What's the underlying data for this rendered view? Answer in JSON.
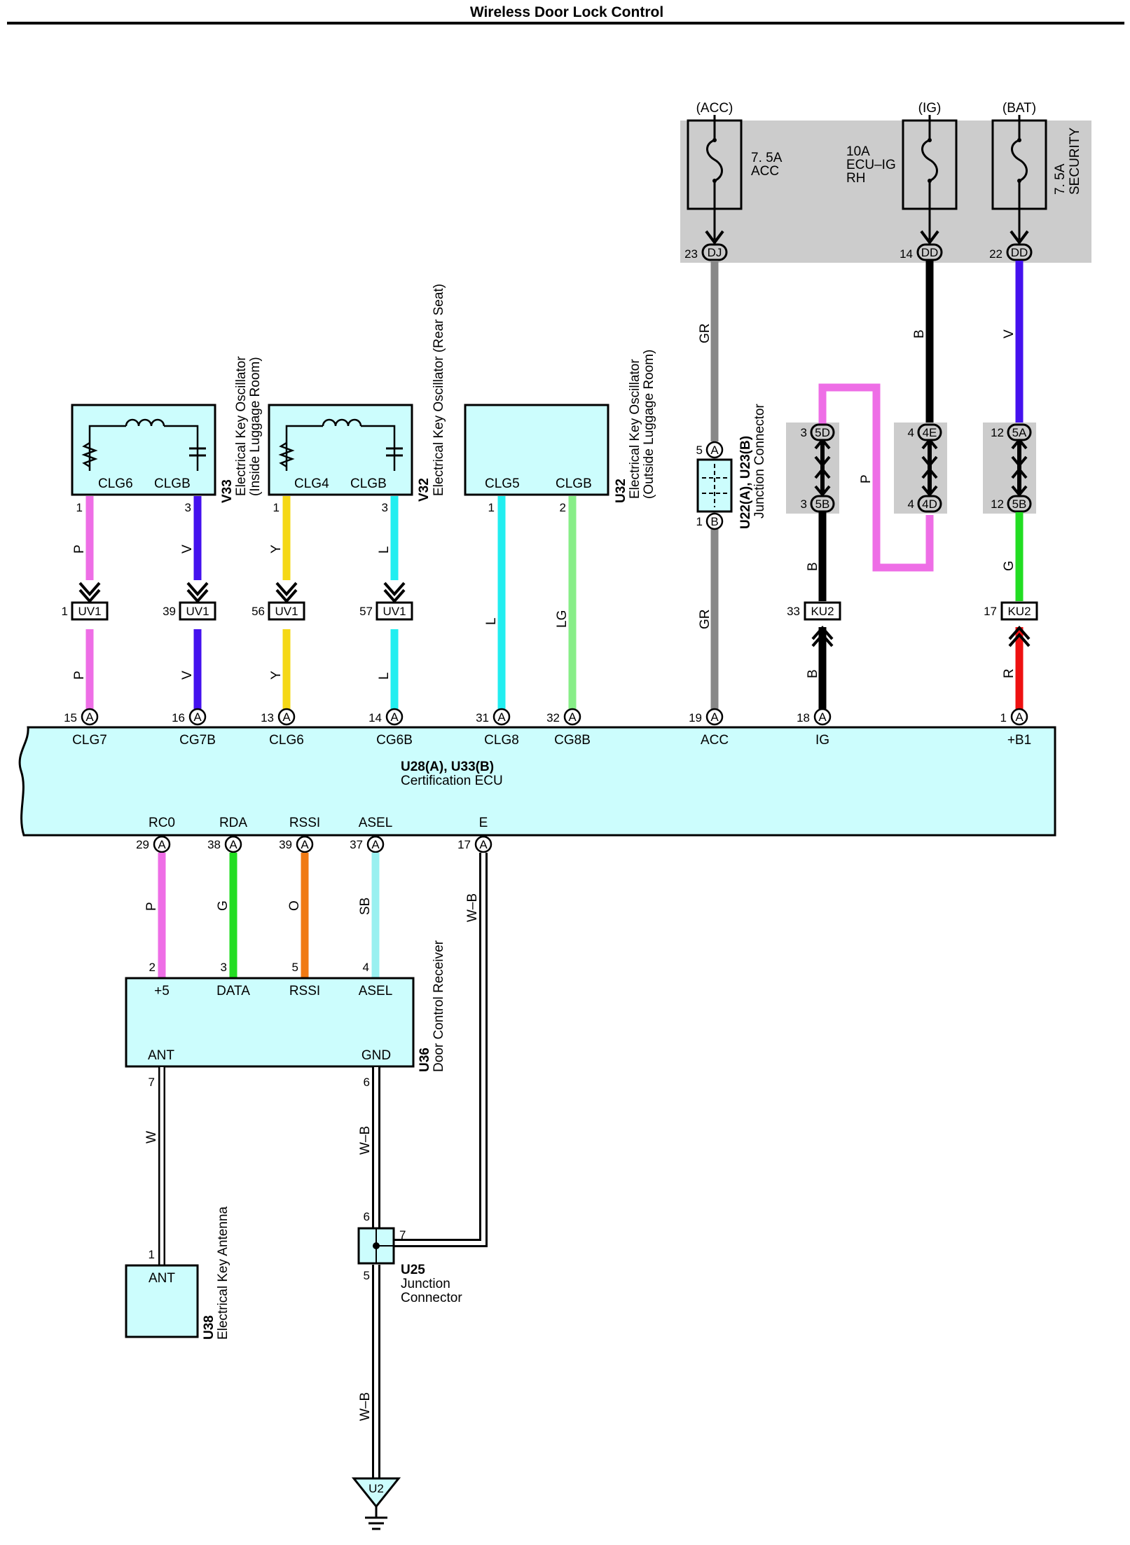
{
  "title": "Wireless Door Lock Control",
  "colors": {
    "P": "#ee6ee6",
    "V": "#4411ee",
    "Y": "#f5d816",
    "L": "#22eef0",
    "LG": "#88ee88",
    "GR": "#888888",
    "B": "#000000",
    "G": "#22dd22",
    "R": "#ee1111",
    "O": "#f07a14",
    "SB": "#99f0f0",
    "panel": "#cccccc",
    "component": "#ccfdfd",
    "white_wire": "#ffffff"
  },
  "fuses": {
    "acc": {
      "source": "(ACC)",
      "rating": "7. 5A",
      "name": "ACC",
      "pin": "23",
      "connector": "DJ",
      "wire": "GR"
    },
    "ig": {
      "source": "(IG)",
      "rating": "10A",
      "name1": "ECU–IG",
      "name2": "RH",
      "pin": "14",
      "connector": "DD",
      "wire": "B"
    },
    "bat": {
      "source": "(BAT)",
      "rating": "7. 5A",
      "name": "SECURITY",
      "pin": "22",
      "connector": "DD",
      "wire": "V"
    }
  },
  "oscillators": {
    "v33": {
      "pin_a": "CLG6",
      "pin_b": "CLGB",
      "pin_a_no": "1",
      "pin_b_no": "3",
      "code": "V33",
      "name1": "Electrical Key Oscillator",
      "name2": "(Inside Luggage Room)"
    },
    "v32": {
      "pin_a": "CLG4",
      "pin_b": "CLGB",
      "pin_a_no": "1",
      "pin_b_no": "3",
      "code": "V32",
      "name": "Electrical Key Oscillator (Rear Seat)"
    },
    "u32": {
      "pin_a": "CLG5",
      "pin_b": "CLGB",
      "pin_a_no": "1",
      "pin_b_no": "2",
      "code": "U32",
      "name1": "Electrical Key Oscillator",
      "name2": "(Outside Luggage Room)"
    }
  },
  "inline_connectors": {
    "uv1": [
      {
        "pin": "1",
        "label": "UV1",
        "wire_top": "P",
        "wire_bottom": "P"
      },
      {
        "pin": "39",
        "label": "UV1",
        "wire_top": "V",
        "wire_bottom": "V"
      },
      {
        "pin": "56",
        "label": "UV1",
        "wire_top": "Y",
        "wire_bottom": "Y"
      },
      {
        "pin": "57",
        "label": "UV1",
        "wire_top": "L",
        "wire_bottom": "L"
      }
    ],
    "ku2_ig": {
      "pin": "33",
      "label": "KU2",
      "wire": "B"
    },
    "ku2_b1": {
      "pin": "17",
      "label": "KU2",
      "wire": "R"
    },
    "direct_clg8": {
      "wire": "L"
    },
    "direct_cg8b": {
      "wire": "LG"
    }
  },
  "junction_boxes": {
    "ig_upper": {
      "pin": "3",
      "label": "5D"
    },
    "ig_lower": {
      "pin": "3",
      "label": "5B"
    },
    "mid_upper": {
      "pin": "4",
      "label": "4E"
    },
    "mid_lower": {
      "pin": "4",
      "label": "4D"
    },
    "bat_upper": {
      "pin": "12",
      "label": "5A"
    },
    "bat_lower": {
      "pin": "12",
      "label": "5B"
    },
    "jumper_wire": "P",
    "ig_lower_wire": "B",
    "bat_lower_wire": "G"
  },
  "junction_connector_u22": {
    "top_pin": "5",
    "top_letter": "A",
    "bottom_pin": "1",
    "bottom_letter": "B",
    "code": "U22(A), U23(B)",
    "name": "Junction Connector",
    "wire_above": "GR",
    "wire_below": "GR"
  },
  "ecu": {
    "code": "U28(A), U33(B)",
    "name": "Certification ECU",
    "connector_letter": "A",
    "top_pins": [
      {
        "no": "15",
        "name": "CLG7"
      },
      {
        "no": "16",
        "name": "CG7B"
      },
      {
        "no": "13",
        "name": "CLG6"
      },
      {
        "no": "14",
        "name": "CG6B"
      },
      {
        "no": "31",
        "name": "CLG8"
      },
      {
        "no": "32",
        "name": "CG8B"
      },
      {
        "no": "19",
        "name": "ACC"
      },
      {
        "no": "18",
        "name": "IG"
      },
      {
        "no": "1",
        "name": "+B1"
      }
    ],
    "bottom_pins": [
      {
        "no": "29",
        "name": "RC0",
        "wire": "P"
      },
      {
        "no": "38",
        "name": "RDA",
        "wire": "G"
      },
      {
        "no": "39",
        "name": "RSSI",
        "wire": "O"
      },
      {
        "no": "37",
        "name": "ASEL",
        "wire": "SB"
      },
      {
        "no": "17",
        "name": "E",
        "wire": "W–B"
      }
    ]
  },
  "receiver": {
    "code": "U36",
    "name": "Door Control Receiver",
    "pins": [
      {
        "no": "2",
        "name": "+5"
      },
      {
        "no": "3",
        "name": "DATA"
      },
      {
        "no": "5",
        "name": "RSSI"
      },
      {
        "no": "4",
        "name": "ASEL"
      }
    ],
    "ant": {
      "no": "7",
      "name": "ANT",
      "wire": "W"
    },
    "gnd": {
      "no": "6",
      "name": "GND",
      "wire": "W–B"
    }
  },
  "antenna": {
    "code": "U38",
    "name": "Electrical Key Antenna",
    "pin": "1",
    "label": "ANT"
  },
  "junction_u25": {
    "code": "U25",
    "name1": "Junction",
    "name2": "Connector",
    "pin_top": "6",
    "pin_right": "7",
    "pin_bottom": "5",
    "wire_bottom": "W–B"
  },
  "ground": {
    "label": "U2"
  }
}
